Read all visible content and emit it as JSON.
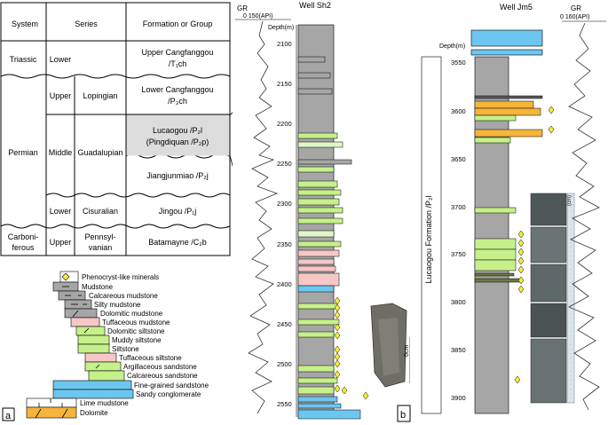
{
  "strat_table": {
    "headers": {
      "system": "System",
      "series": "Series",
      "formation": "Formation or Group"
    },
    "rows": [
      {
        "system": "Triassic",
        "series": "Lower",
        "formation": "Upper Cangfanggou",
        "formation2": "/T₁ch"
      },
      {
        "system": "Permian",
        "series": "Upper",
        "stage": "Lopingian",
        "formation": "Lower Cangfanggou",
        "formation2": "/P₃ch"
      },
      {
        "series": "Middle",
        "stage": "Guadalupian",
        "formation": "Lucaogou /P₂l",
        "formation2": "(Pingdiquan /P₂p)"
      },
      {
        "formation": "Jiangjunmiao /P₂j"
      },
      {
        "series": "Lower",
        "stage": "Cisuralian",
        "formation": "Jingou  /P₁j"
      },
      {
        "system": "Carboni-",
        "system2": "ferous",
        "series": "Upper",
        "stage": "Pennsyl-",
        "stage2": "vanian",
        "formation": "Batamayne /C₂b"
      }
    ]
  },
  "legend": {
    "panel_label": "a",
    "items": [
      "Phenocryst-like minerals",
      "Mudstone",
      "Calcareous mudstone",
      "Silty mudstone",
      "Dolomitic mudstone",
      "Tuffaceous mudstone",
      "Dolomitic siltstone",
      "Muddy siltstone",
      "Siltstone",
      "Tuffaceous siltstone",
      "Argillaceous sandstone",
      "Calcareous sandstone",
      "Fine-grained sandstone",
      "Sandy conglomerate",
      "Lime mudstone",
      "Dolomite"
    ],
    "colors": {
      "gray": "#a6a6a6",
      "light_green": "#dff7c9",
      "green": "#c6f08a",
      "pink": "#f7c7c7",
      "blue": "#6cc6ef",
      "orange": "#f5b43a",
      "yellow": "#f6ee3a"
    }
  },
  "well_sh2": {
    "title": "Well  Sh2",
    "gr_label": "GR",
    "gr_scale": "0      150(API)",
    "depth_label": "Depth(m)",
    "depths": [
      "2100",
      "2150",
      "2200",
      "2250",
      "2300",
      "2350",
      "2400",
      "2450",
      "2500",
      "2550"
    ],
    "photo_scale": "6cm"
  },
  "well_jm5": {
    "title": "Well  Jm5",
    "gr_label": "GR",
    "gr_scale": "0         160(API)",
    "depth_label": "Depth(m)",
    "formation_label": "Lucaogou Formation /P₂l",
    "depths": [
      "3550",
      "3600",
      "3650",
      "3700",
      "3750",
      "3800",
      "3850",
      "3900"
    ],
    "core_scale": "(cm)",
    "panel_label": "b"
  }
}
